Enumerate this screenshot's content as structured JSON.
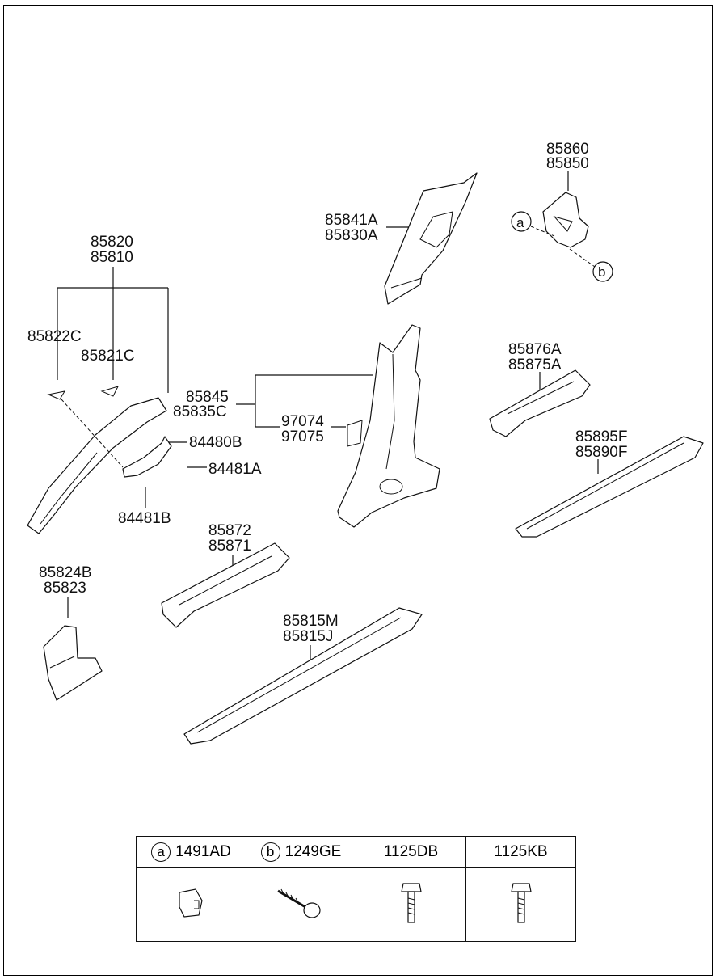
{
  "labels": {
    "p85860": "85860",
    "p85850": "85850",
    "p85841A": "85841A",
    "p85830A": "85830A",
    "p85820": "85820",
    "p85810": "85810",
    "p85822C": "85822C",
    "p85821C": "85821C",
    "p85845": "85845",
    "p85835C": "85835C",
    "p97074": "97074",
    "p97075": "97075",
    "p84480B": "84480B",
    "p84481A": "84481A",
    "p84481B": "84481B",
    "p85876A": "85876A",
    "p85875A": "85875A",
    "p85895F": "85895F",
    "p85890F": "85890F",
    "p85872": "85872",
    "p85871": "85871",
    "p85824B": "85824B",
    "p85823": "85823",
    "p85815M": "85815M",
    "p85815J": "85815J",
    "callout_a": "a",
    "callout_b": "b"
  },
  "legend": {
    "columns": [
      {
        "marker": "a",
        "code": "1491AD"
      },
      {
        "marker": "b",
        "code": "1249GE"
      },
      {
        "marker": "",
        "code": "1125DB"
      },
      {
        "marker": "",
        "code": "1125KB"
      }
    ]
  }
}
